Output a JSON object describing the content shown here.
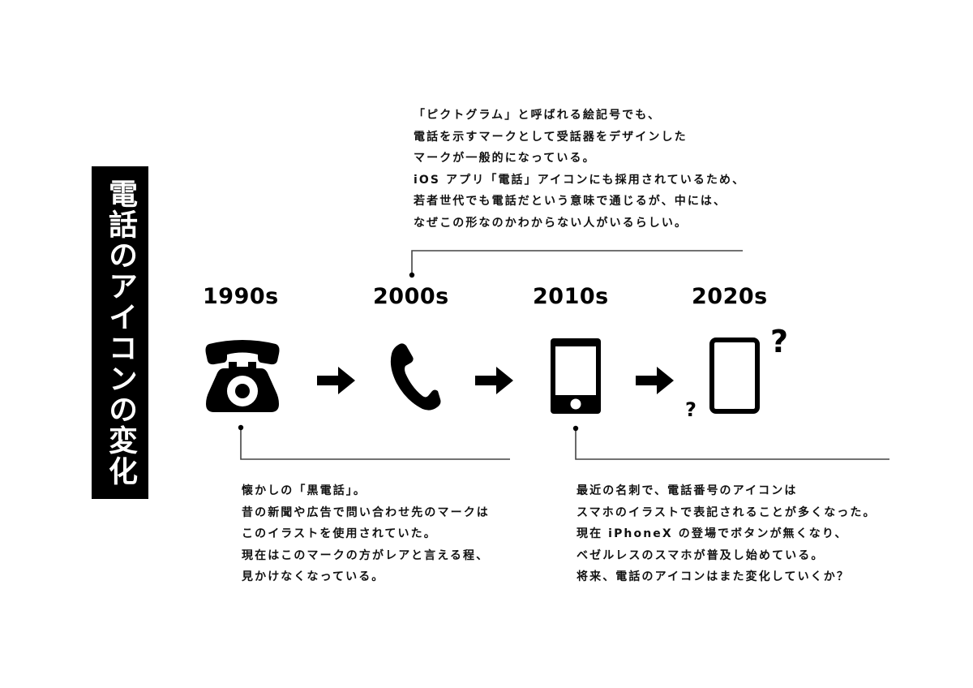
{
  "title": "電話のアイコンの変化",
  "timeline": {
    "decades": [
      {
        "label": "1990s",
        "icon": "rotary-phone-icon"
      },
      {
        "label": "2000s",
        "icon": "phone-handset-icon"
      },
      {
        "label": "2010s",
        "icon": "smartphone-with-home-button-icon"
      },
      {
        "label": "2020s",
        "icon": "bezel-less-smartphone-icon"
      }
    ],
    "arrows": [
      "arrow-right-icon",
      "arrow-right-icon",
      "arrow-right-icon"
    ],
    "question_marks": [
      "?",
      "?"
    ]
  },
  "notes": {
    "pictogram": {
      "lines": [
        "「ピクトグラム」と呼ばれる絵記号でも、",
        "電話を示すマークとして受話器をデザインした",
        "マークが一般的になっている。",
        "iOS アプリ「電話」アイコンにも採用されているため、",
        "若者世代でも電話だという意味で通じるが、中には、",
        "なぜこの形なのかわからない人がいるらしい。"
      ]
    },
    "black_phone": {
      "lines": [
        "懐かしの「黒電話」。",
        "昔の新聞や広告で問い合わせ先のマークは",
        "このイラストを使用されていた。",
        "現在はこのマークの方がレアと言える程、",
        "見かけなくなっている。"
      ]
    },
    "smartphone": {
      "lines": [
        "最近の名刺で、電話番号のアイコンは",
        "スマホのイラストで表記されることが多くなった。",
        "現在 iPhoneX の登場でボタンが無くなり、",
        "ベゼルレスのスマホが普及し始めている。",
        "将来、電話のアイコンはまた変化していくか？"
      ]
    }
  },
  "colors": {
    "background": "#ffffff",
    "ink": "#000000",
    "title_bar": "#000000",
    "title_text": "#ffffff",
    "connector_line": "#444444"
  }
}
